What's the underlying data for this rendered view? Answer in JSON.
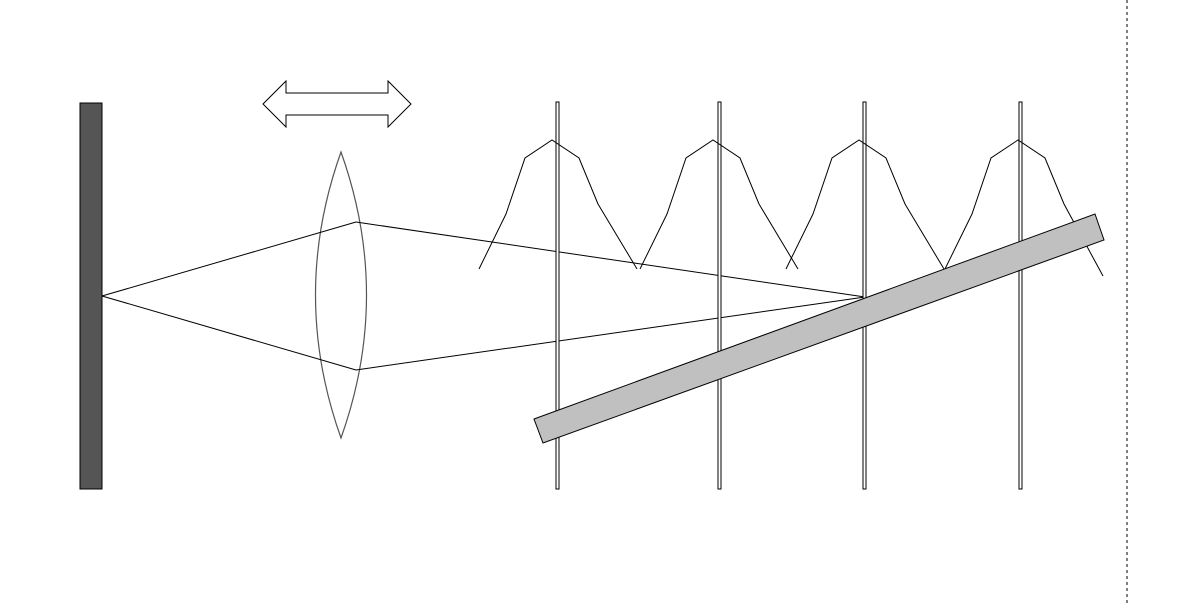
{
  "diagram": {
    "kind": "optical-setup",
    "elements": [
      "sensor-plate",
      "focus-adjust-arrow-icon",
      "convex-lens",
      "light-ray",
      "focal-plane",
      "intensity-profile",
      "tilted-slab",
      "page-edge-dashed"
    ],
    "focal_plane_count": 4,
    "intensity_profile_count": 4
  },
  "colors": {
    "background": "#ffffff",
    "line": "#000000",
    "plate": "#555555",
    "plate_stroke": "#000000",
    "lens_stroke": "#555555",
    "slab_fill": "#c0c0c0",
    "slab_stroke": "#000000",
    "plane_fill": "#ffffff"
  }
}
